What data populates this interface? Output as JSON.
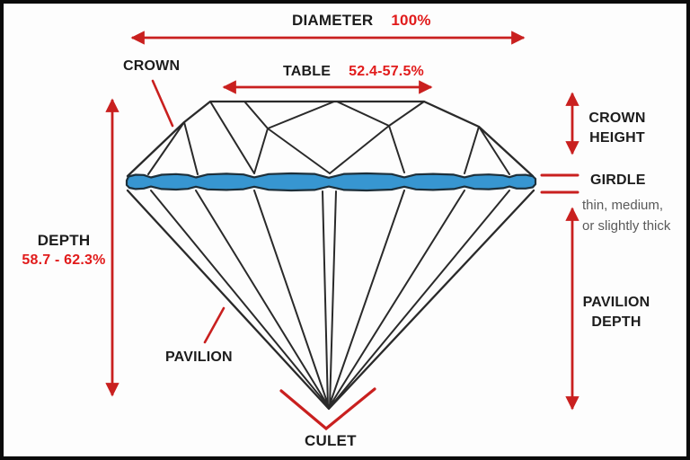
{
  "diagram": {
    "title": "Diamond proportions anatomy diagram",
    "labels": {
      "diameter": "DIAMETER",
      "diameter_value": "100%",
      "table": "TABLE",
      "table_value": "52.4-57.5%",
      "crown": "CROWN",
      "depth": "DEPTH",
      "depth_value": "58.7 - 62.3%",
      "crown_height_line1": "CROWN",
      "crown_height_line2": "HEIGHT",
      "girdle": "GIRDLE",
      "girdle_desc_line1": "thin, medium,",
      "girdle_desc_line2": "or slightly thick",
      "pavilion_depth_line1": "PAVILION",
      "pavilion_depth_line2": "DEPTH",
      "pavilion": "PAVILION",
      "culet": "CULET"
    },
    "colors": {
      "girdle_fill": "#3796d1",
      "girdle_outline": "#1c2f3a",
      "facet_line": "#2a2a2a",
      "arrow_red": "#c9201f",
      "value_red": "#e11b1b",
      "muted_text": "#5a5a5a",
      "frame": "#0b0b0b",
      "background": "#fdfdfd"
    }
  }
}
